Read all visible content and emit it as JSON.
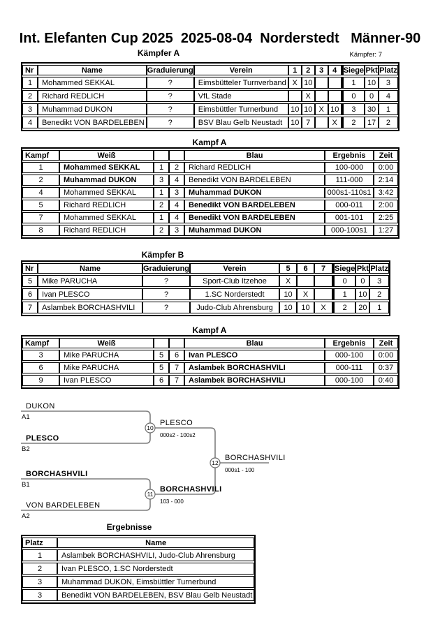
{
  "title": "Int. Elefanten Cup 2025  2025-08-04  Norderstedt   Männer-90",
  "kaempfer_count": "Kämpfer: 7",
  "pool_a": {
    "heading": "Kämpfer A",
    "headers": [
      "Nr",
      "Name",
      "Graduierung",
      "Verein",
      "1",
      "2",
      "3",
      "4",
      "Siege",
      "Pkt",
      "Platz"
    ],
    "rows": [
      {
        "nr": "1",
        "name": "Mohammed SEKKAL",
        "grad": "?",
        "verein": "Eimsbütteler Turnverband",
        "marks": [
          "X",
          "10",
          "",
          ""
        ],
        "siege": "1",
        "pkt": "10",
        "platz": "3"
      },
      {
        "nr": "2",
        "name": "Richard REDLICH",
        "grad": "?",
        "verein": "VfL Stade",
        "marks": [
          "",
          "X",
          "",
          ""
        ],
        "siege": "0",
        "pkt": "0",
        "platz": "4"
      },
      {
        "nr": "3",
        "name": "Muhammad DUKON",
        "grad": "?",
        "verein": "Eimsbüttler Turnerbund",
        "marks": [
          "10",
          "10",
          "X",
          "10"
        ],
        "siege": "3",
        "pkt": "30",
        "platz": "1"
      },
      {
        "nr": "4",
        "name": "Benedikt VON BARDELEBEN",
        "grad": "?",
        "verein": "BSV Blau Gelb Neustadt",
        "marks": [
          "10",
          "7",
          "",
          "X"
        ],
        "siege": "2",
        "pkt": "17",
        "platz": "2"
      }
    ]
  },
  "fights_a": {
    "heading": "Kampf A",
    "headers": [
      "Kampf",
      "Weiß",
      "Blau",
      "Ergebnis",
      "Zeit"
    ],
    "rows": [
      {
        "kampf": "1",
        "weiss": "Mohammed SEKKAL",
        "weiss_nr": "1",
        "blau_nr": "2",
        "blau": "Richard REDLICH",
        "ergebnis": "100-000",
        "zeit": "0:00"
      },
      {
        "kampf": "2",
        "weiss": "Muhammad DUKON",
        "weiss_nr": "3",
        "blau_nr": "4",
        "blau": "Benedikt VON BARDELEBEN",
        "ergebnis": "111-000",
        "zeit": "2:14"
      },
      {
        "kampf": "4",
        "weiss": "Mohammed SEKKAL",
        "weiss_nr": "1",
        "blau_nr": "3",
        "blau": "Muhammad DUKON",
        "ergebnis": "000s1-110s1",
        "zeit": "3:42"
      },
      {
        "kampf": "5",
        "weiss": "Richard REDLICH",
        "weiss_nr": "2",
        "blau_nr": "4",
        "blau": "Benedikt VON BARDELEBEN",
        "ergebnis": "000-011",
        "zeit": "2:00"
      },
      {
        "kampf": "7",
        "weiss": "Mohammed SEKKAL",
        "weiss_nr": "1",
        "blau_nr": "4",
        "blau": "Benedikt VON BARDELEBEN",
        "ergebnis": "001-101",
        "zeit": "2:25"
      },
      {
        "kampf": "8",
        "weiss": "Richard REDLICH",
        "weiss_nr": "2",
        "blau_nr": "3",
        "blau": "Muhammad DUKON",
        "ergebnis": "000-100s1",
        "zeit": "1:27"
      }
    ]
  },
  "pool_b": {
    "heading": "Kämpfer B",
    "headers": [
      "Nr",
      "Name",
      "Graduierung",
      "Verein",
      "5",
      "6",
      "7",
      "Siege",
      "Pkt",
      "Platz"
    ],
    "rows": [
      {
        "nr": "5",
        "name": "Mike PARUCHA",
        "grad": "?",
        "verein": "Sport-Club Itzehoe",
        "marks": [
          "X",
          "",
          ""
        ],
        "siege": "0",
        "pkt": "0",
        "platz": "3"
      },
      {
        "nr": "6",
        "name": "Ivan PLESCO",
        "grad": "?",
        "verein": "1.SC Norderstedt",
        "marks": [
          "10",
          "X",
          ""
        ],
        "siege": "1",
        "pkt": "10",
        "platz": "2"
      },
      {
        "nr": "7",
        "name": "Aslambek BORCHASHVILI",
        "grad": "?",
        "verein": "Judo-Club Ahrensburg",
        "marks": [
          "10",
          "10",
          "X"
        ],
        "siege": "2",
        "pkt": "20",
        "platz": "1"
      }
    ]
  },
  "fights_b": {
    "heading": "Kampf A",
    "headers": [
      "Kampf",
      "Weiß",
      "Blau",
      "Ergebnis",
      "Zeit"
    ],
    "rows": [
      {
        "kampf": "3",
        "weiss": "Mike PARUCHA",
        "weiss_nr": "5",
        "blau_nr": "6",
        "blau": "Ivan PLESCO",
        "ergebnis": "000-100",
        "zeit": "0:00"
      },
      {
        "kampf": "6",
        "weiss": "Mike PARUCHA",
        "weiss_nr": "5",
        "blau_nr": "7",
        "blau": "Aslambek BORCHASHVILI",
        "ergebnis": "000-111",
        "zeit": "0:37"
      },
      {
        "kampf": "9",
        "weiss": "Ivan PLESCO",
        "weiss_nr": "6",
        "blau_nr": "7",
        "blau": "Aslambek BORCHASHVILI",
        "ergebnis": "000-100",
        "zeit": "0:40"
      }
    ]
  },
  "bracket": {
    "line_color": "#7f7f7f",
    "entrants": [
      {
        "name": "DUKON",
        "seed": "A1"
      },
      {
        "name": "PLESCO",
        "seed": "B2"
      },
      {
        "name": "BORCHASHVILI",
        "seed": "B1"
      },
      {
        "name": "VON BARDELEBEN",
        "seed": "A2"
      }
    ],
    "matches": [
      {
        "number": "10",
        "winner": "PLESCO",
        "result": "000s2 - 100s2"
      },
      {
        "number": "11",
        "winner": "BORCHASHVILI",
        "result": "103 - 000"
      },
      {
        "number": "12",
        "winner": "BORCHASHVILI",
        "result": "000s1 - 100"
      }
    ]
  },
  "results": {
    "heading": "Ergebnisse",
    "headers": [
      "Platz",
      "Name"
    ],
    "rows": [
      {
        "platz": "1",
        "name": "Aslambek BORCHASHVILI, Judo-Club Ahrensburg"
      },
      {
        "platz": "2",
        "name": "Ivan PLESCO, 1.SC Norderstedt"
      },
      {
        "platz": "3",
        "name": "Muhammad DUKON, Eimsbüttler Turnerbund"
      },
      {
        "platz": "3",
        "name": "Benedikt VON BARDELEBEN, BSV Blau Gelb Neustadt"
      }
    ]
  }
}
